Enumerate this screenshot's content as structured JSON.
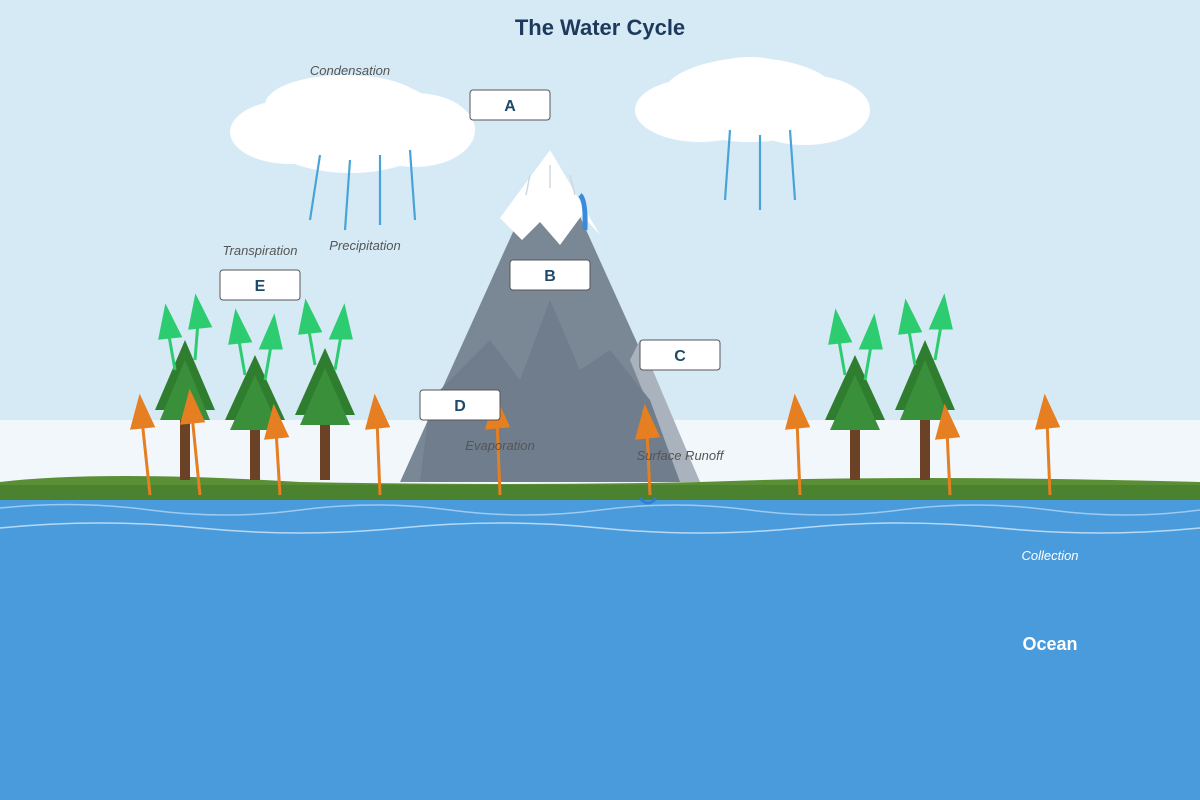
{
  "title": "The Water Cycle",
  "processes": {
    "condensation": "Condensation",
    "precipitation": "Precipitation",
    "transpiration": "Transpiration",
    "evaporation": "Evaporation",
    "surface_runoff": "Surface Runoff",
    "collection": "Collection"
  },
  "ocean_label": "Ocean",
  "label_boxes": {
    "a": "A",
    "b": "B",
    "c": "C",
    "d": "D",
    "e": "E"
  },
  "colors": {
    "sky": "#d6eaf6",
    "ocean": "#4a9bdb",
    "ground": "#4a8230",
    "mountain": "#7a8896",
    "snow": "#ffffff",
    "tree_leaf": "#3a8f3a",
    "trunk": "#6b4226",
    "evaporation_arrow": "#e67e22",
    "transpiration_arrow": "#2ecc71",
    "rain": "#4aa3d8",
    "title": "#1d3a5c"
  },
  "icons": {
    "cloud": "cloud-icon",
    "tree": "pine-tree-icon",
    "mountain": "mountain-icon"
  }
}
